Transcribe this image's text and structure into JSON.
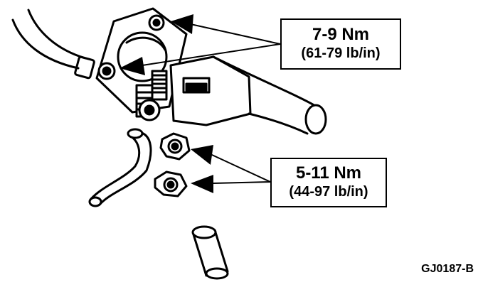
{
  "callouts": {
    "upper": {
      "value": "7-9 Nm",
      "imperial": "(61-79 lb/in)"
    },
    "lower": {
      "value": "5-11 Nm",
      "imperial": "(44-97 lb/in)"
    }
  },
  "figure_id": "GJ0187-B",
  "colors": {
    "ink": "#000000",
    "paper": "#ffffff"
  }
}
